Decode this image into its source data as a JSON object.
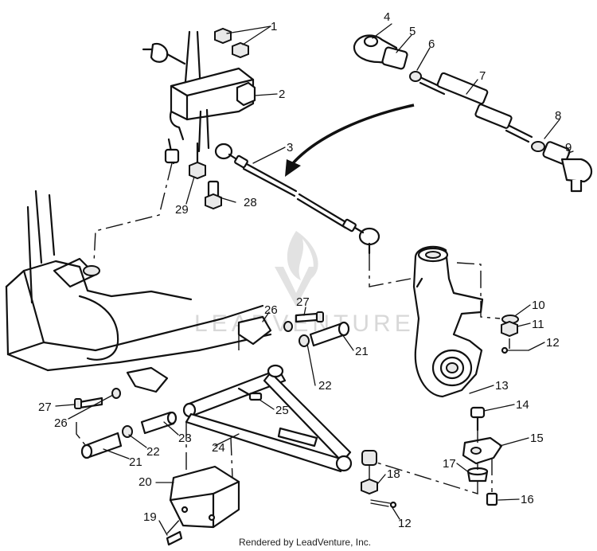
{
  "watermark": "LEADVENTURE",
  "credit": "Rendered by LeadVenture, Inc.",
  "callouts": [
    {
      "id": "1",
      "label": "1"
    },
    {
      "id": "2",
      "label": "2"
    },
    {
      "id": "3",
      "label": "3"
    },
    {
      "id": "4",
      "label": "4"
    },
    {
      "id": "5",
      "label": "5"
    },
    {
      "id": "6",
      "label": "6"
    },
    {
      "id": "7",
      "label": "7"
    },
    {
      "id": "8",
      "label": "8"
    },
    {
      "id": "9",
      "label": "9"
    },
    {
      "id": "10",
      "label": "10"
    },
    {
      "id": "11",
      "label": "11"
    },
    {
      "id": "12a",
      "label": "12"
    },
    {
      "id": "13",
      "label": "13"
    },
    {
      "id": "14",
      "label": "14"
    },
    {
      "id": "15",
      "label": "15"
    },
    {
      "id": "16",
      "label": "16"
    },
    {
      "id": "17",
      "label": "17"
    },
    {
      "id": "18",
      "label": "18"
    },
    {
      "id": "12b",
      "label": "12"
    },
    {
      "id": "19",
      "label": "19"
    },
    {
      "id": "20",
      "label": "20"
    },
    {
      "id": "21a",
      "label": "21"
    },
    {
      "id": "21b",
      "label": "21"
    },
    {
      "id": "22a",
      "label": "22"
    },
    {
      "id": "22b",
      "label": "22"
    },
    {
      "id": "23",
      "label": "23"
    },
    {
      "id": "24",
      "label": "24"
    },
    {
      "id": "25",
      "label": "25"
    },
    {
      "id": "26a",
      "label": "26"
    },
    {
      "id": "26b",
      "label": "26"
    },
    {
      "id": "27a",
      "label": "27"
    },
    {
      "id": "27b",
      "label": "27"
    },
    {
      "id": "28",
      "label": "28"
    },
    {
      "id": "29",
      "label": "29"
    }
  ]
}
